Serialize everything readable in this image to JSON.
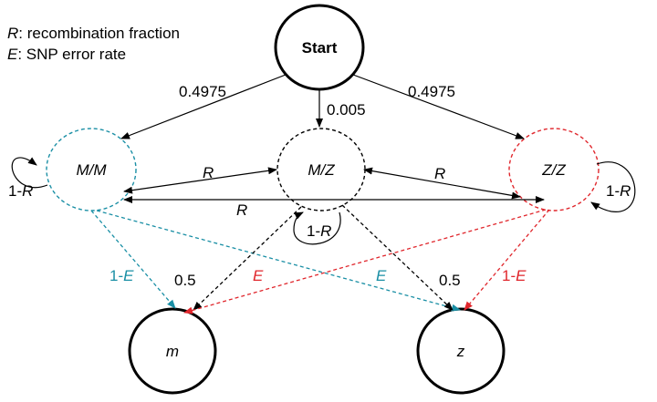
{
  "legend": {
    "r_symbol": "R",
    "r_text": ": recombination fraction",
    "e_symbol": "E",
    "e_text": ": SNP error rate"
  },
  "states": {
    "start": "Start",
    "mm": "M/M",
    "mz": "M/Z",
    "zz": "Z/Z",
    "m": "m",
    "z": "z"
  },
  "transitions": {
    "start_to_mm": "0.4975",
    "start_to_mz": "0.005",
    "start_to_zz": "0.4975",
    "mm_mz": "R",
    "mz_zz": "R",
    "mm_zz": "R",
    "self_mm_prefix": "1-",
    "self_mm_var": "R",
    "self_mz_prefix": "1-",
    "self_mz_var": "R",
    "self_zz_prefix": "1-",
    "self_zz_var": "R"
  },
  "emissions": {
    "mm_to_m_prefix": "1-",
    "mm_to_m_var": "E",
    "mm_to_z": "E",
    "zz_to_m": "E",
    "zz_to_z_prefix": "1-",
    "zz_to_z_var": "E",
    "mz_to_m": "0.5",
    "mz_to_z": "0.5"
  },
  "colors": {
    "teal": "#1a8fa5",
    "red": "#e0262c",
    "black": "#000000"
  }
}
